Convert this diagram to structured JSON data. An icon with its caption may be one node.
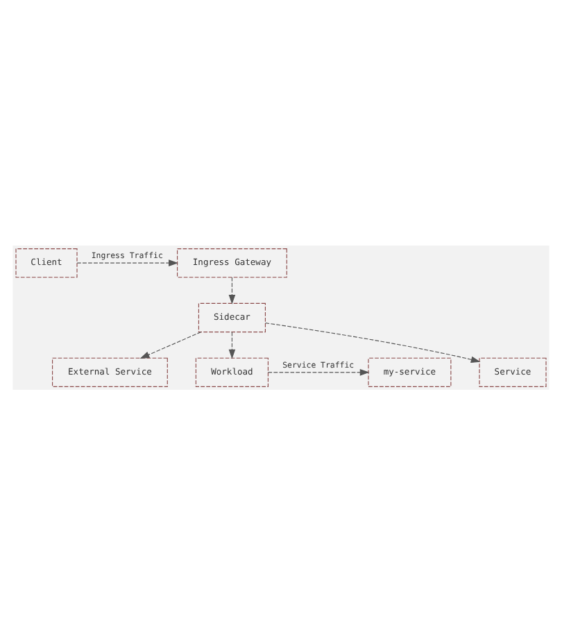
{
  "diagram": {
    "nodes": [
      {
        "text": [
          "External Service"
        ]
      },
      {
        "text": [
          "Client"
        ]
      },
      {
        "text": [
          "Ingress Gateway"
        ]
      },
      {
        "text": [
          "Sidecar"
        ]
      },
      {
        "text": [
          "my-service"
        ]
      },
      {
        "text": [
          "Workload"
        ]
      },
      {
        "text": [
          "Service"
        ]
      }
    ],
    "edges": [
      {
        "from": 1,
        "to": 2,
        "arrow": "to",
        "label": "Ingress Traffic"
      },
      {
        "from": 2,
        "to": 3,
        "arrow": "to"
      },
      {
        "from": 3,
        "to": 5,
        "arrow": "to"
      },
      {
        "from": 3,
        "to": 0,
        "arrow": "to"
      },
      {
        "from": 3,
        "to": 6,
        "arrow": "to"
      },
      {
        "from": 5,
        "to": 4,
        "arrow": "to",
        "label": "Service Traffic"
      }
    ]
  }
}
